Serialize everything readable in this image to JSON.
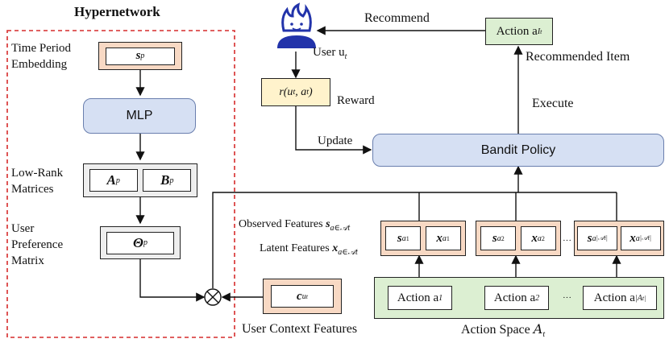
{
  "hypernetwork": {
    "title": "Hypernetwork",
    "time_period_label": "Time Period\nEmbedding",
    "time_embedding": "s",
    "time_embedding_sub": "p",
    "mlp": "MLP",
    "low_rank_label": "Low-Rank\nMatrices",
    "matrix_a": "A",
    "matrix_b": "B",
    "matrix_sub": "p",
    "pref_label": "User\nPreference\nMatrix",
    "theta": "Θ",
    "theta_sub": "p"
  },
  "user": {
    "label": "User u",
    "label_sub": "t",
    "reward_box": "r(u",
    "reward_box_mid": ", a",
    "reward_box_end": ")",
    "reward_label": "Reward",
    "context_features": "c",
    "context_sub": "u",
    "context_label": "User Context Features"
  },
  "policy": {
    "bandit": "Bandit Policy",
    "update": "Update",
    "execute": "Execute",
    "recommend": "Recommend",
    "recommended_item": "Recommended Item",
    "action_top": "Action a"
  },
  "features": {
    "observed_label": "Observed Features ",
    "latent_label": "Latent Features ",
    "s": "s",
    "x": "x",
    "sub1": "a",
    "ellipsis": "···"
  },
  "actions": {
    "items": [
      "Action a",
      "Action a",
      "Action a"
    ],
    "subs": [
      "1",
      "2",
      "|A"
    ],
    "ellipsis": "···",
    "space_label": "Action Space ",
    "space_symbol": "A",
    "space_sub": "t"
  },
  "colors": {
    "dashed_border": "#d62b2b",
    "orange_fill": "#f8d9c4",
    "green_fill": "#dcefd2",
    "blue_fill": "#d6e0f3",
    "yellow_fill": "#fff3cc",
    "icon_blue": "#2233aa"
  }
}
